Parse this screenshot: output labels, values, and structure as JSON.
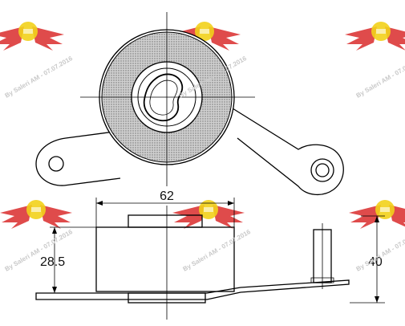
{
  "dimensions": {
    "width_label": "62",
    "height_left_label": "28.5",
    "height_right_label": "40"
  },
  "watermark": {
    "text": "By Saleri AM - 07.07.2016"
  },
  "colors": {
    "stroke": "#000000",
    "watermark_text": "#c9c9c9",
    "logo_wing": "#d92b2b",
    "logo_ball": "#f2d21b",
    "pulley_face": "#c8c8c8"
  },
  "icons": {
    "logo": "winged-ball-logo-icon"
  }
}
